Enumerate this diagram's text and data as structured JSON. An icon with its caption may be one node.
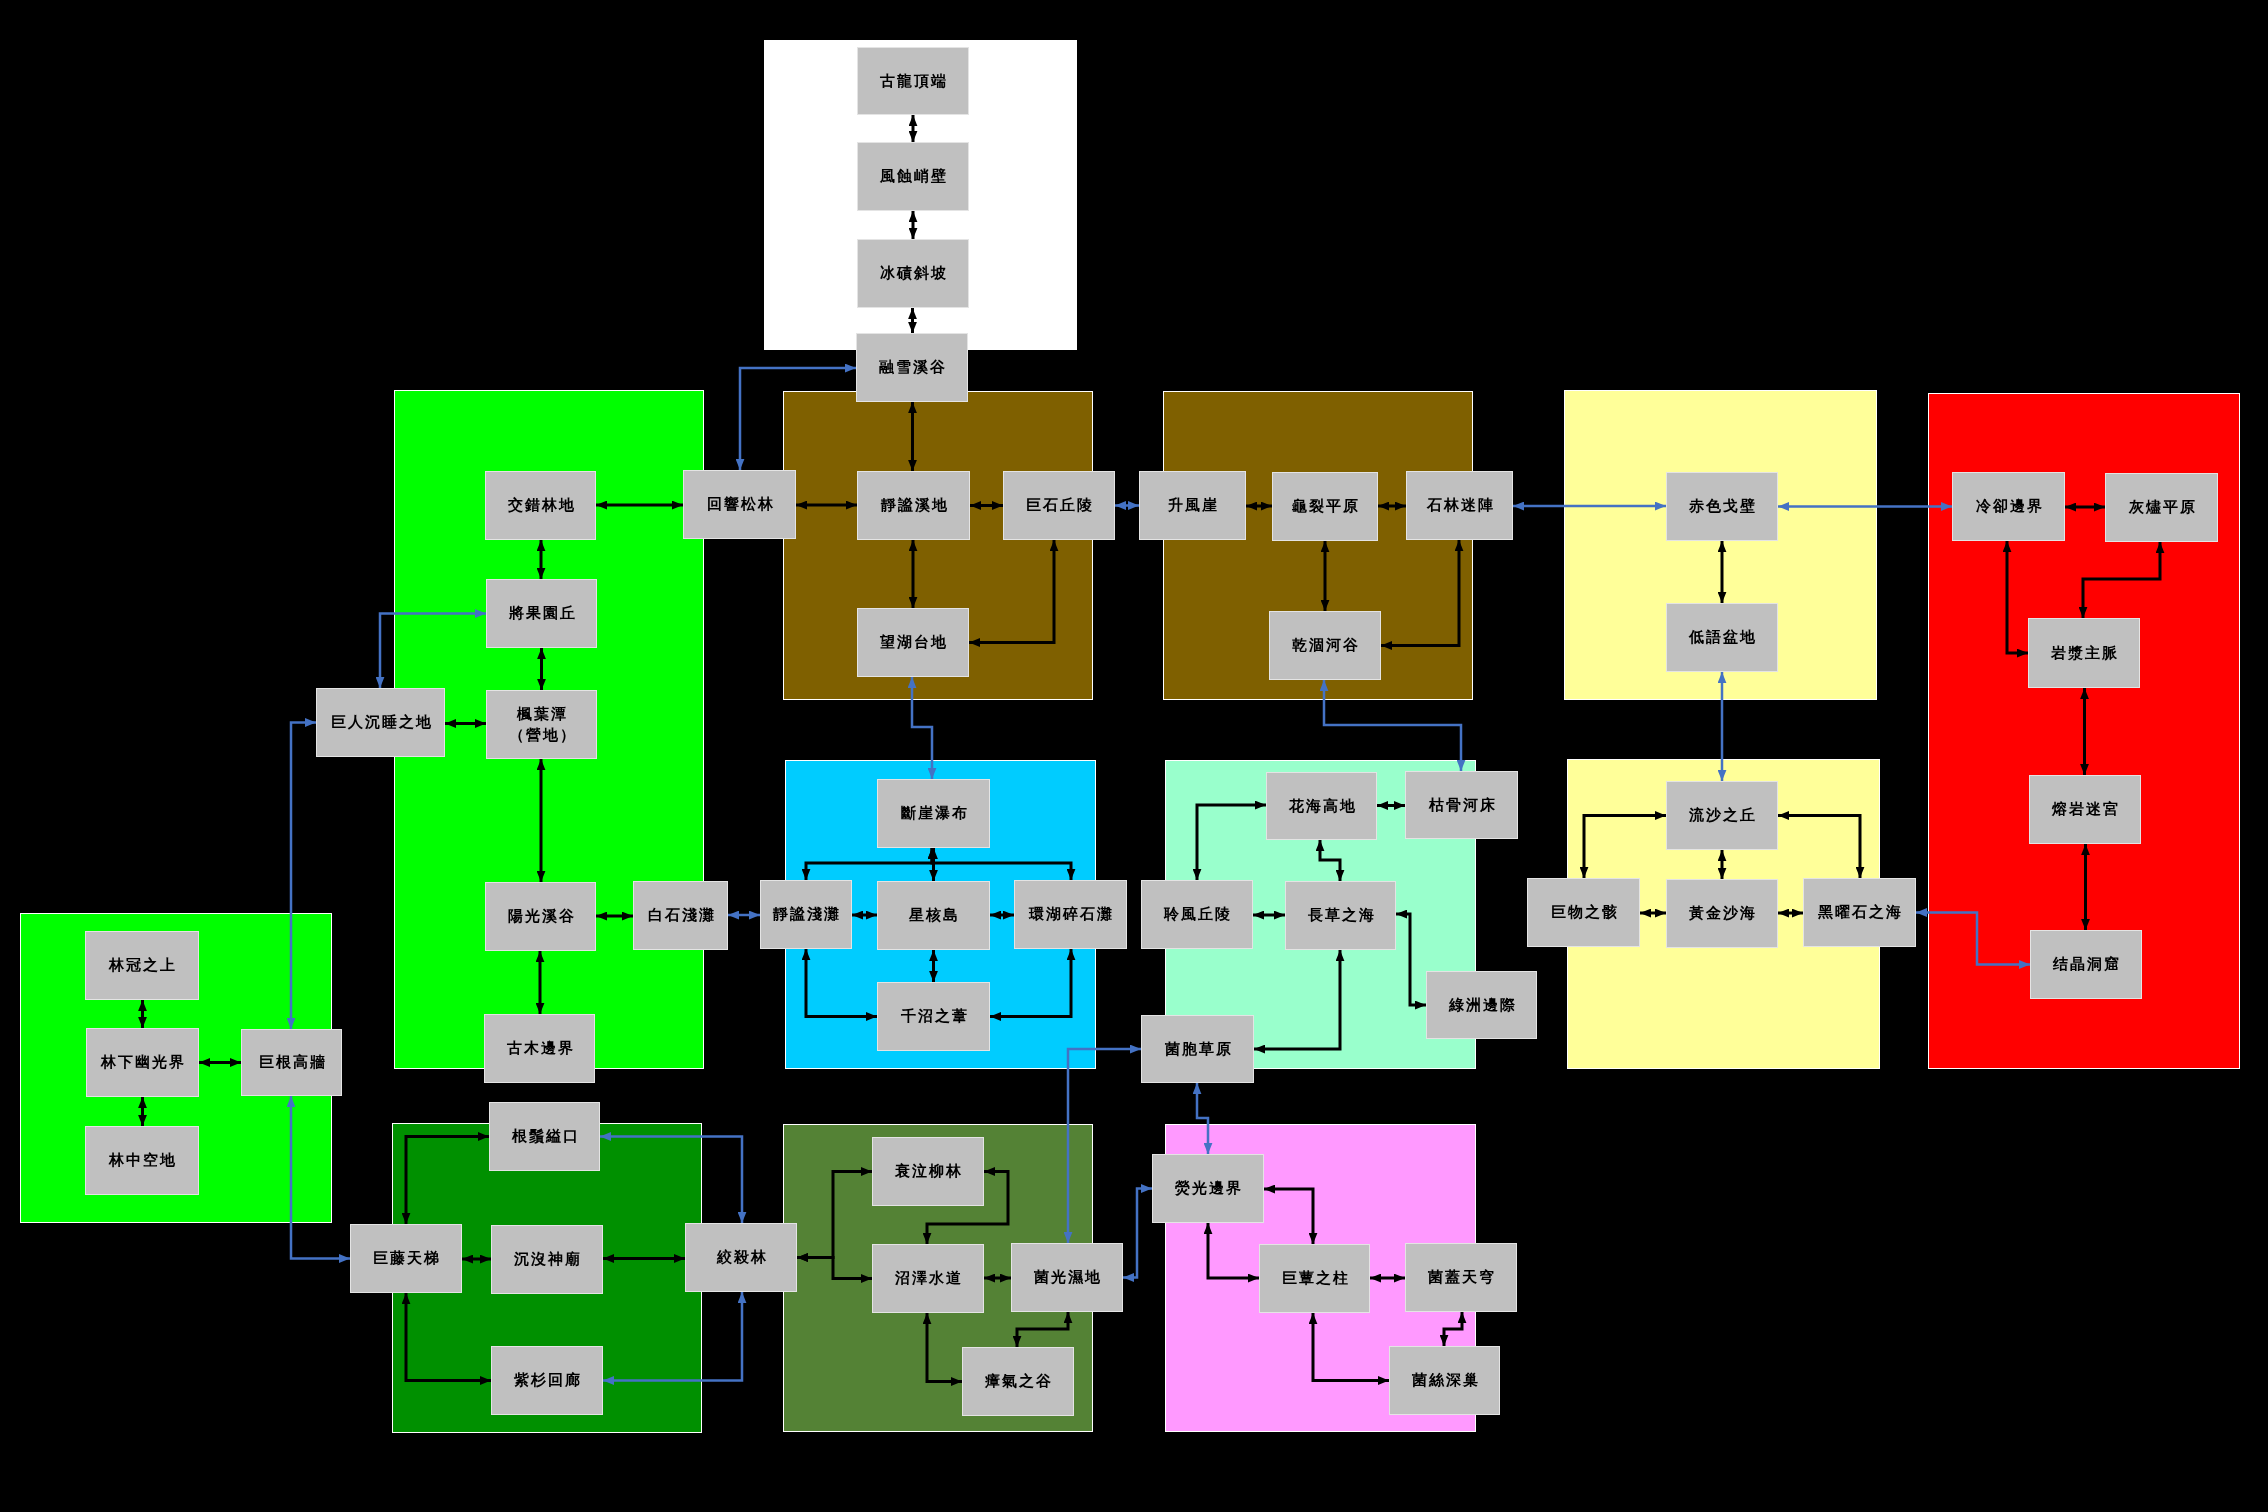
{
  "diagram": {
    "nodes": [
      {
        "text": [],
        "shape": "box"
      },
      {
        "text": [
          "古龍頂端"
        ],
        "in": 0
      },
      {
        "text": [
          "風蝕峭壁"
        ],
        "in": 0
      },
      {
        "text": [
          "冰磧斜坡"
        ],
        "in": 0
      },
      {
        "text": [
          "融雪溪谷"
        ]
      },
      {
        "text": [],
        "shape": "box"
      },
      {
        "text": [
          "交錯林地"
        ],
        "in": 5
      },
      {
        "text": [
          "回響松林"
        ]
      },
      {
        "text": [
          "將果園丘"
        ],
        "in": 5
      },
      {
        "text": [
          "巨人沉睡之地"
        ]
      },
      {
        "text": [
          "楓葉潭（營地）"
        ],
        "in": 5
      },
      {
        "text": [
          "陽光溪谷"
        ],
        "in": 5
      },
      {
        "text": [
          "白石淺灘"
        ]
      },
      {
        "text": [
          "古木邊界"
        ]
      },
      {
        "text": [],
        "shape": "box"
      },
      {
        "text": [
          "靜謐溪地"
        ],
        "in": 14
      },
      {
        "text": [
          "巨石丘陵"
        ]
      },
      {
        "text": [
          "望湖台地"
        ],
        "in": 14
      },
      {
        "text": [],
        "shape": "box"
      },
      {
        "text": [
          "升風崖"
        ]
      },
      {
        "text": [
          "龜裂平原"
        ],
        "in": 18
      },
      {
        "text": [
          "石林迷陣"
        ]
      },
      {
        "text": [
          "乾涸河谷"
        ],
        "in": 18
      },
      {
        "text": [],
        "shape": "box"
      },
      {
        "text": [
          "赤色戈壁"
        ],
        "in": 23
      },
      {
        "text": [
          "低語盆地"
        ],
        "in": 23
      },
      {
        "text": [],
        "shape": "box"
      },
      {
        "text": [
          "冷卻邊界"
        ],
        "in": 26
      },
      {
        "text": [
          "灰燼平原"
        ],
        "in": 26
      },
      {
        "text": [
          "岩漿主脈"
        ],
        "in": 26
      },
      {
        "text": [
          "熔岩迷宮"
        ],
        "in": 26
      },
      {
        "text": [
          "结晶洞窟"
        ],
        "in": 26
      },
      {
        "text": [],
        "shape": "box"
      },
      {
        "text": [
          "斷崖瀑布"
        ],
        "in": 32
      },
      {
        "text": [
          "靜謐淺灘"
        ]
      },
      {
        "text": [
          "星核島"
        ],
        "in": 32
      },
      {
        "text": [
          "環湖碎石灘"
        ]
      },
      {
        "text": [
          "千沼之葦"
        ],
        "in": 32
      },
      {
        "text": [],
        "shape": "box"
      },
      {
        "text": [
          "花海高地"
        ],
        "in": 38
      },
      {
        "text": [
          "枯骨河床"
        ]
      },
      {
        "text": [
          "聆風丘陵"
        ]
      },
      {
        "text": [
          "長草之海"
        ],
        "in": 38
      },
      {
        "text": [
          "綠洲邊際"
        ]
      },
      {
        "text": [
          "菌胞草原"
        ]
      },
      {
        "text": [],
        "shape": "box"
      },
      {
        "text": [
          "流沙之丘"
        ],
        "in": 45
      },
      {
        "text": [
          "巨物之骸"
        ]
      },
      {
        "text": [
          "黃金沙海"
        ],
        "in": 45
      },
      {
        "text": [
          "黑曜石之海"
        ]
      },
      {
        "text": [],
        "shape": "box"
      },
      {
        "text": [
          "林冠之上"
        ],
        "in": 50
      },
      {
        "text": [
          "林下幽光界"
        ],
        "in": 50
      },
      {
        "text": [
          "巨根高牆"
        ]
      },
      {
        "text": [
          "林中空地"
        ],
        "in": 50
      },
      {
        "text": [],
        "shape": "box"
      },
      {
        "text": [
          "根鬚縊口"
        ]
      },
      {
        "text": [
          "巨藤天梯"
        ]
      },
      {
        "text": [
          "沉沒神廟"
        ],
        "in": 55
      },
      {
        "text": [
          "絞殺林"
        ]
      },
      {
        "text": [
          "紫杉回廊"
        ],
        "in": 55
      },
      {
        "text": [],
        "shape": "box"
      },
      {
        "text": [
          "衰泣柳林"
        ],
        "in": 61
      },
      {
        "text": [
          "沼澤水道"
        ],
        "in": 61
      },
      {
        "text": [
          "菌光濕地"
        ]
      },
      {
        "text": [
          "瘴氣之谷"
        ],
        "in": 61
      },
      {
        "text": [],
        "shape": "box"
      },
      {
        "text": [
          "熒光邊界"
        ]
      },
      {
        "text": [
          "巨蕈之柱"
        ],
        "in": 66
      },
      {
        "text": [
          "菌蓋天穹"
        ]
      },
      {
        "text": [
          "菌絲深巢"
        ]
      }
    ],
    "edges": [
      {
        "from": 1,
        "to": 2,
        "arrow": "both"
      },
      {
        "from": 2,
        "to": 3,
        "arrow": "both"
      },
      {
        "from": 3,
        "to": 4,
        "arrow": "both"
      },
      {
        "from": 4,
        "to": 7,
        "arrow": "both",
        "color": "#4472c4"
      },
      {
        "from": 4,
        "to": 15,
        "arrow": "both"
      },
      {
        "from": 6,
        "to": 7,
        "arrow": "both"
      },
      {
        "from": 7,
        "to": 15,
        "arrow": "both"
      },
      {
        "from": 15,
        "to": 16,
        "arrow": "both"
      },
      {
        "from": 15,
        "to": 17,
        "arrow": "both"
      },
      {
        "from": 16,
        "to": 17,
        "arrow": "both"
      },
      {
        "from": 16,
        "to": 19,
        "arrow": "both",
        "color": "#4472c4"
      },
      {
        "from": 19,
        "to": 20,
        "arrow": "both"
      },
      {
        "from": 20,
        "to": 21,
        "arrow": "both"
      },
      {
        "from": 20,
        "to": 22,
        "arrow": "both"
      },
      {
        "from": 21,
        "to": 22,
        "arrow": "both"
      },
      {
        "from": 21,
        "to": 24,
        "arrow": "both",
        "color": "#4472c4"
      },
      {
        "from": 24,
        "to": 27,
        "arrow": "both",
        "color": "#4472c4"
      },
      {
        "from": 24,
        "to": 25,
        "arrow": "both"
      },
      {
        "from": 25,
        "to": 46,
        "arrow": "both",
        "color": "#4472c4"
      },
      {
        "from": 27,
        "to": 28,
        "arrow": "both"
      },
      {
        "from": 27,
        "to": 29,
        "arrow": "both"
      },
      {
        "from": 28,
        "to": 29,
        "arrow": "both"
      },
      {
        "from": 29,
        "to": 30,
        "arrow": "both"
      },
      {
        "from": 30,
        "to": 31,
        "arrow": "both"
      },
      {
        "from": 49,
        "to": 31,
        "arrow": "both",
        "color": "#4472c4"
      },
      {
        "from": 46,
        "to": 47,
        "arrow": "both"
      },
      {
        "from": 46,
        "to": 48,
        "arrow": "both"
      },
      {
        "from": 46,
        "to": 49,
        "arrow": "both"
      },
      {
        "from": 47,
        "to": 48,
        "arrow": "both"
      },
      {
        "from": 48,
        "to": 49,
        "arrow": "both"
      },
      {
        "from": 6,
        "to": 8,
        "arrow": "both"
      },
      {
        "from": 8,
        "to": 10,
        "arrow": "both"
      },
      {
        "from": 9,
        "to": 8,
        "arrow": "both",
        "color": "#4472c4"
      },
      {
        "from": 9,
        "to": 10,
        "arrow": "both"
      },
      {
        "from": 10,
        "to": 11,
        "arrow": "both"
      },
      {
        "from": 11,
        "to": 12,
        "arrow": "both"
      },
      {
        "from": 12,
        "to": 34,
        "arrow": "both",
        "color": "#4472c4"
      },
      {
        "from": 11,
        "to": 13,
        "arrow": "both"
      },
      {
        "from": 53,
        "to": 9,
        "arrow": "both",
        "color": "#4472c4"
      },
      {
        "from": 51,
        "to": 52,
        "arrow": "both"
      },
      {
        "from": 52,
        "to": 54,
        "arrow": "both"
      },
      {
        "from": 52,
        "to": 53,
        "arrow": "both"
      },
      {
        "from": 53,
        "to": 57,
        "arrow": "both",
        "color": "#4472c4"
      },
      {
        "from": 57,
        "to": 56,
        "arrow": "both"
      },
      {
        "from": 57,
        "to": 58,
        "arrow": "both"
      },
      {
        "from": 57,
        "to": 60,
        "arrow": "both"
      },
      {
        "from": 58,
        "to": 59,
        "arrow": "both"
      },
      {
        "from": 56,
        "to": 59,
        "arrow": "both",
        "color": "#4472c4"
      },
      {
        "from": 60,
        "to": 59,
        "arrow": "both",
        "color": "#4472c4"
      },
      {
        "from": 59,
        "to": 62,
        "arrow": "both"
      },
      {
        "from": 59,
        "to": 63,
        "arrow": "both"
      },
      {
        "from": 62,
        "to": 63,
        "arrow": "both"
      },
      {
        "from": 63,
        "to": 64,
        "arrow": "both"
      },
      {
        "from": 63,
        "to": 65,
        "arrow": "both"
      },
      {
        "from": 64,
        "to": 65,
        "arrow": "both"
      },
      {
        "from": 64,
        "to": 44,
        "arrow": "both",
        "color": "#4472c4"
      },
      {
        "from": 64,
        "to": 67,
        "arrow": "both",
        "color": "#4472c4"
      },
      {
        "from": 17,
        "to": 33,
        "arrow": "both",
        "color": "#4472c4"
      },
      {
        "from": 33,
        "to": 34,
        "arrow": "both"
      },
      {
        "from": 33,
        "to": 35,
        "arrow": "both"
      },
      {
        "from": 33,
        "to": 36,
        "arrow": "both"
      },
      {
        "from": 34,
        "to": 35,
        "arrow": "both"
      },
      {
        "from": 35,
        "to": 36,
        "arrow": "both"
      },
      {
        "from": 35,
        "to": 37,
        "arrow": "both"
      },
      {
        "from": 34,
        "to": 37,
        "arrow": "both"
      },
      {
        "from": 36,
        "to": 37,
        "arrow": "both"
      },
      {
        "from": 22,
        "to": 40,
        "arrow": "both",
        "color": "#4472c4"
      },
      {
        "from": 39,
        "to": 40,
        "arrow": "both"
      },
      {
        "from": 39,
        "to": 41,
        "arrow": "both"
      },
      {
        "from": 39,
        "to": 42,
        "arrow": "both"
      },
      {
        "from": 41,
        "to": 42,
        "arrow": "both"
      },
      {
        "from": 42,
        "to": 43,
        "arrow": "both"
      },
      {
        "from": 42,
        "to": 44,
        "arrow": "both"
      },
      {
        "from": 44,
        "to": 67,
        "arrow": "both",
        "color": "#4472c4"
      },
      {
        "from": 67,
        "to": 68,
        "arrow": "both"
      },
      {
        "from": 67,
        "to": 68,
        "arrow": "both"
      },
      {
        "from": 68,
        "to": 69,
        "arrow": "both"
      },
      {
        "from": 68,
        "to": 70,
        "arrow": "both"
      },
      {
        "from": 69,
        "to": 70,
        "arrow": "both"
      }
    ]
  }
}
